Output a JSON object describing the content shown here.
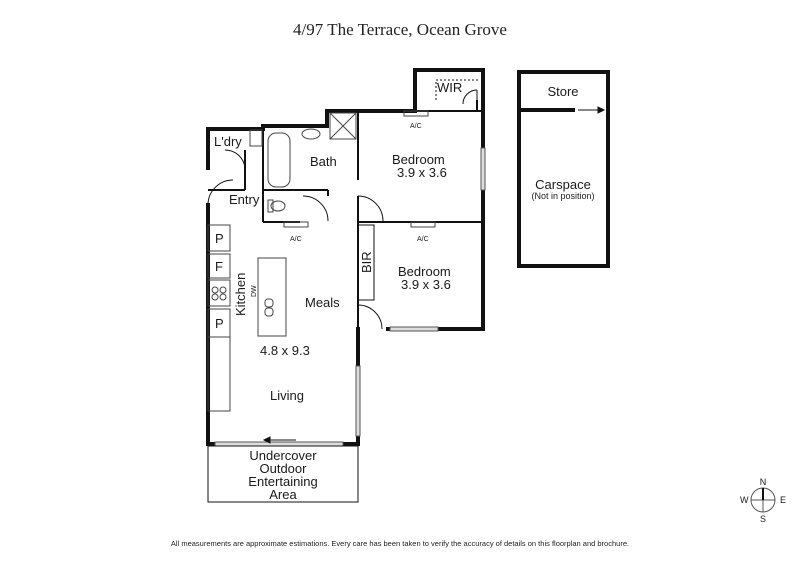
{
  "title": "4/97 The Terrace, Ocean Grove",
  "rooms": {
    "wir": "WIR",
    "laundry": "L'dry",
    "bath": "Bath",
    "entry": "Entry",
    "bedroom1": {
      "name": "Bedroom",
      "size": "3.9 x 3.6"
    },
    "bedroom2": {
      "name": "Bedroom",
      "size": "3.9 x 3.6"
    },
    "bir": "BIR",
    "kitchen": "Kitchen",
    "meals": "Meals",
    "living_size": "4.8 x 9.3",
    "living": "Living",
    "outdoor": [
      "Undercover",
      "Outdoor",
      "Entertaining",
      "Area"
    ],
    "store": "Store",
    "carspace": "Carspace",
    "carspace_note": "(Not in position)"
  },
  "fixtures": {
    "ac": "A/C",
    "pantry": "P",
    "fridge": "F",
    "dishwasher": "DW"
  },
  "compass": {
    "n": "N",
    "s": "S",
    "e": "E",
    "w": "W"
  },
  "disclaimer": "All measurements are approximate estimations. Every care has been taken to verify the accuracy of details on this floorplan and brochure."
}
